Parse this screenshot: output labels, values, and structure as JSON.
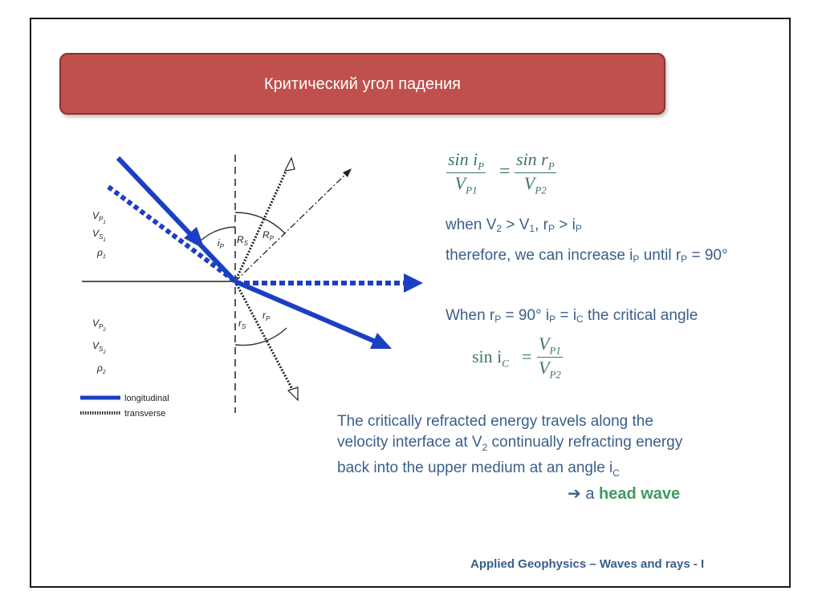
{
  "title": "Критический угол падения",
  "diagram": {
    "layers": {
      "upper": [
        "V",
        "P",
        "1",
        "V",
        "S",
        "1",
        "ρ",
        "1"
      ],
      "lower": [
        "V",
        "P",
        "2",
        "V",
        "S",
        "2",
        "ρ",
        "2"
      ]
    },
    "angles": {
      "i": "i",
      "i_sub": "P",
      "R": "R",
      "R_s_sub": "S",
      "R_p_sub": "P",
      "r": "r",
      "r_s_sub": "S",
      "r_p_sub": "P"
    },
    "legend": {
      "longitudinal": "longitudinal",
      "transverse": "transverse"
    },
    "colors": {
      "ray": "#1b3fc4",
      "line": "#222222"
    }
  },
  "snell": {
    "lhs_num": "sin i",
    "lhs_num_sub": "P",
    "lhs_den": "V",
    "lhs_den_sub": "P1",
    "eq": "=",
    "rhs_num": "sin r",
    "rhs_num_sub": "P",
    "rhs_den": "V",
    "rhs_den_sub": "P2"
  },
  "line1": {
    "a": "when V",
    "a_sub": "2",
    "b": " > V",
    "b_sub": "1",
    "c": ", r",
    "c_sub": "P",
    "d": " > i",
    "d_sub": "P"
  },
  "line2": {
    "a": "therefore, we can increase i",
    "a_sub": "P",
    "b": " until r",
    "b_sub": "P",
    "c": " = 90°"
  },
  "line3": {
    "a": "When r",
    "a_sub": "P",
    "b": " = 90° i",
    "b_sub": "P",
    "c": " = i",
    "c_sub": "C",
    "d": " the critical angle"
  },
  "critical": {
    "lhs": "sin i",
    "lhs_sub": "C",
    "eq": "=",
    "num": "V",
    "num_sub": "P1",
    "den": "V",
    "den_sub": "P2"
  },
  "paragraph": {
    "l1": "The critically refracted energy travels along the",
    "l2a": "velocity interface at V",
    "l2_sub": "2",
    "l2b": " continually refracting energy",
    "l3a": "back into the upper medium at an angle i",
    "l3_sub": "C"
  },
  "head_wave": {
    "arrow": "➔",
    "a": " a ",
    "b": "head wave"
  },
  "footer": "Applied Geophysics – Waves and rays - I",
  "colors": {
    "title_bg": "#c0504d",
    "text_blue": "#3a5f8a",
    "math_green": "#3a7a5c",
    "highlight_green": "#3f9a63"
  }
}
